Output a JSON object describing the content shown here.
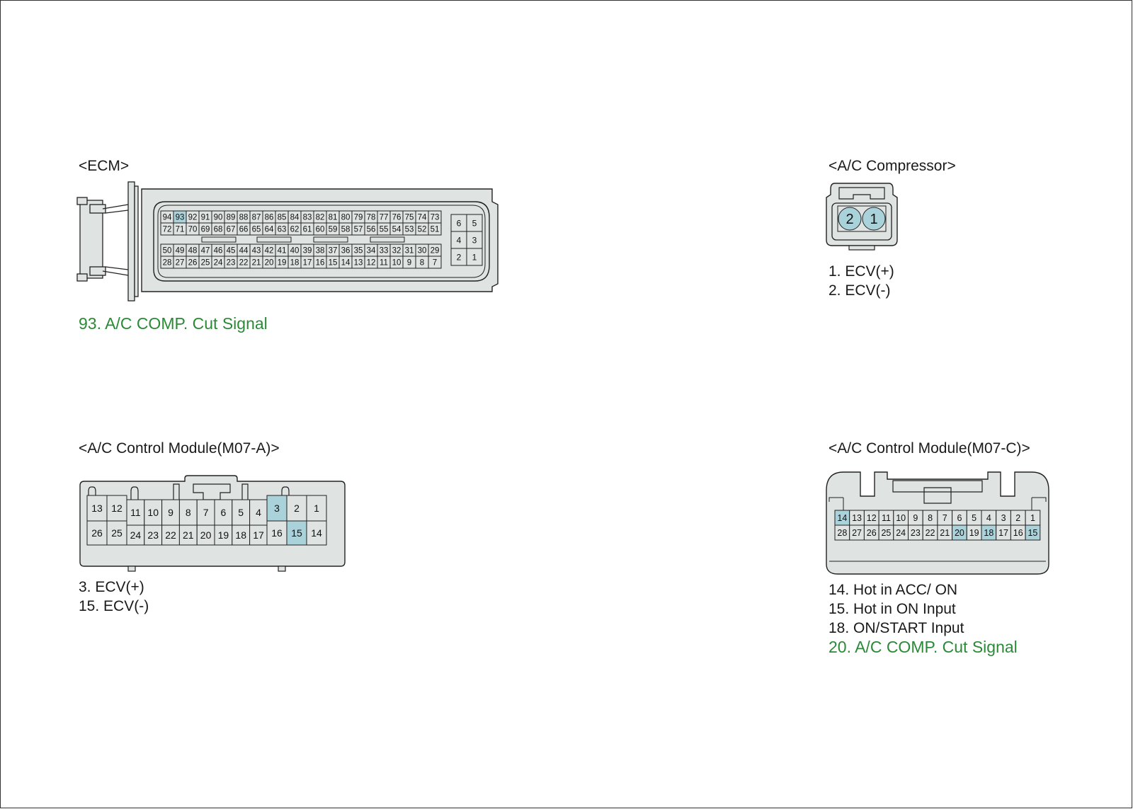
{
  "colors": {
    "highlight_fill": "#a9d2da",
    "signal_text": "#2a8a35",
    "connector_fill": "#dfe3e2",
    "stroke": "#222222"
  },
  "ecm": {
    "title": "<ECM>",
    "rows": [
      [
        "94",
        "93",
        "92",
        "91",
        "90",
        "89",
        "88",
        "87",
        "86",
        "85",
        "84",
        "83",
        "82",
        "81",
        "80",
        "79",
        "78",
        "77",
        "76",
        "75",
        "74",
        "73"
      ],
      [
        "72",
        "71",
        "70",
        "69",
        "68",
        "67",
        "66",
        "65",
        "64",
        "63",
        "62",
        "61",
        "60",
        "59",
        "58",
        "57",
        "56",
        "55",
        "54",
        "53",
        "52",
        "51"
      ],
      [
        "50",
        "49",
        "48",
        "47",
        "46",
        "45",
        "44",
        "43",
        "42",
        "41",
        "40",
        "39",
        "38",
        "37",
        "36",
        "35",
        "34",
        "33",
        "32",
        "31",
        "30",
        "29"
      ],
      [
        "28",
        "27",
        "26",
        "25",
        "24",
        "23",
        "22",
        "21",
        "20",
        "19",
        "18",
        "17",
        "16",
        "15",
        "14",
        "13",
        "12",
        "11",
        "10",
        "9",
        "8",
        "7"
      ]
    ],
    "side_pins": [
      [
        "6",
        "5"
      ],
      [
        "4",
        "3"
      ],
      [
        "2",
        "1"
      ]
    ],
    "highlighted": [
      "93"
    ],
    "pins": [
      {
        "text": "93. A/C COMP. Cut Signal",
        "signal": true
      }
    ]
  },
  "compressor": {
    "title": "<A/C Compressor>",
    "cells": [
      "2",
      "1"
    ],
    "highlighted": [
      "2",
      "1"
    ],
    "pins": [
      {
        "text": "1. ECV(+)",
        "signal": false
      },
      {
        "text": "2. ECV(-)",
        "signal": false
      }
    ]
  },
  "m07a": {
    "title": "<A/C Control Module(M07-A)>",
    "top_left": [
      "13",
      "12"
    ],
    "top_mid": [
      "11",
      "10",
      "9",
      "8",
      "7",
      "6",
      "5",
      "4"
    ],
    "top_right": [
      "3",
      "2",
      "1"
    ],
    "bottom_left": [
      "26",
      "25"
    ],
    "bottom_mid": [
      "24",
      "23",
      "22",
      "21",
      "20",
      "19",
      "18",
      "17"
    ],
    "bottom_right": [
      "16",
      "15",
      "14"
    ],
    "highlighted": [
      "3",
      "15"
    ],
    "pins": [
      {
        "text": "3. ECV(+)",
        "signal": false
      },
      {
        "text": "15. ECV(-)",
        "signal": false
      }
    ]
  },
  "m07c": {
    "title": "<A/C Control Module(M07-C)>",
    "rows": [
      [
        "14",
        "13",
        "12",
        "11",
        "10",
        "9",
        "8",
        "7",
        "6",
        "5",
        "4",
        "3",
        "2",
        "1"
      ],
      [
        "28",
        "27",
        "26",
        "25",
        "24",
        "23",
        "22",
        "21",
        "20",
        "19",
        "18",
        "17",
        "16",
        "15"
      ]
    ],
    "highlighted": [
      "14",
      "20",
      "18",
      "15"
    ],
    "pins": [
      {
        "text": "14. Hot in ACC/ ON",
        "signal": false
      },
      {
        "text": "15. Hot in ON Input",
        "signal": false
      },
      {
        "text": "18. ON/START Input",
        "signal": false
      },
      {
        "text": "20. A/C COMP. Cut Signal",
        "signal": true
      }
    ]
  }
}
